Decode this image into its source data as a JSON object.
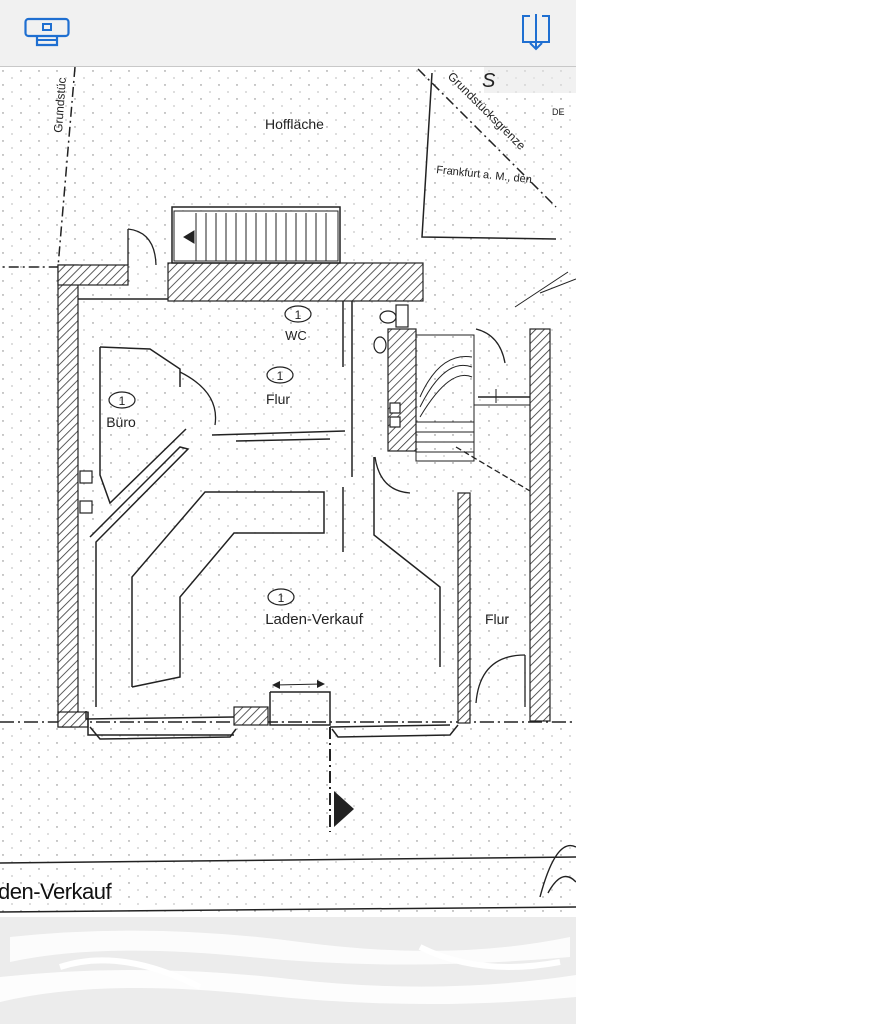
{
  "toolbar": {
    "left_icon": "mobile-sync-icon",
    "right_icon": "download-icon",
    "accent_color": "#1f6fd1"
  },
  "plan": {
    "border_labels": {
      "left_boundary": "Grundstüc",
      "right_boundary": "Grundstücksgrenze",
      "stamp_text": "Frankfurt a. M., den",
      "stamp_top": "DE"
    },
    "outdoor": "Hoffläche",
    "rooms": [
      {
        "number": "1",
        "name": "WC"
      },
      {
        "number": "1",
        "name": "Flur"
      },
      {
        "number": "1",
        "name": "Büro"
      },
      {
        "number": "1",
        "name": "Laden-Verkauf"
      },
      {
        "number": "",
        "name": "Flur"
      }
    ],
    "caption": "den-Verkauf"
  }
}
